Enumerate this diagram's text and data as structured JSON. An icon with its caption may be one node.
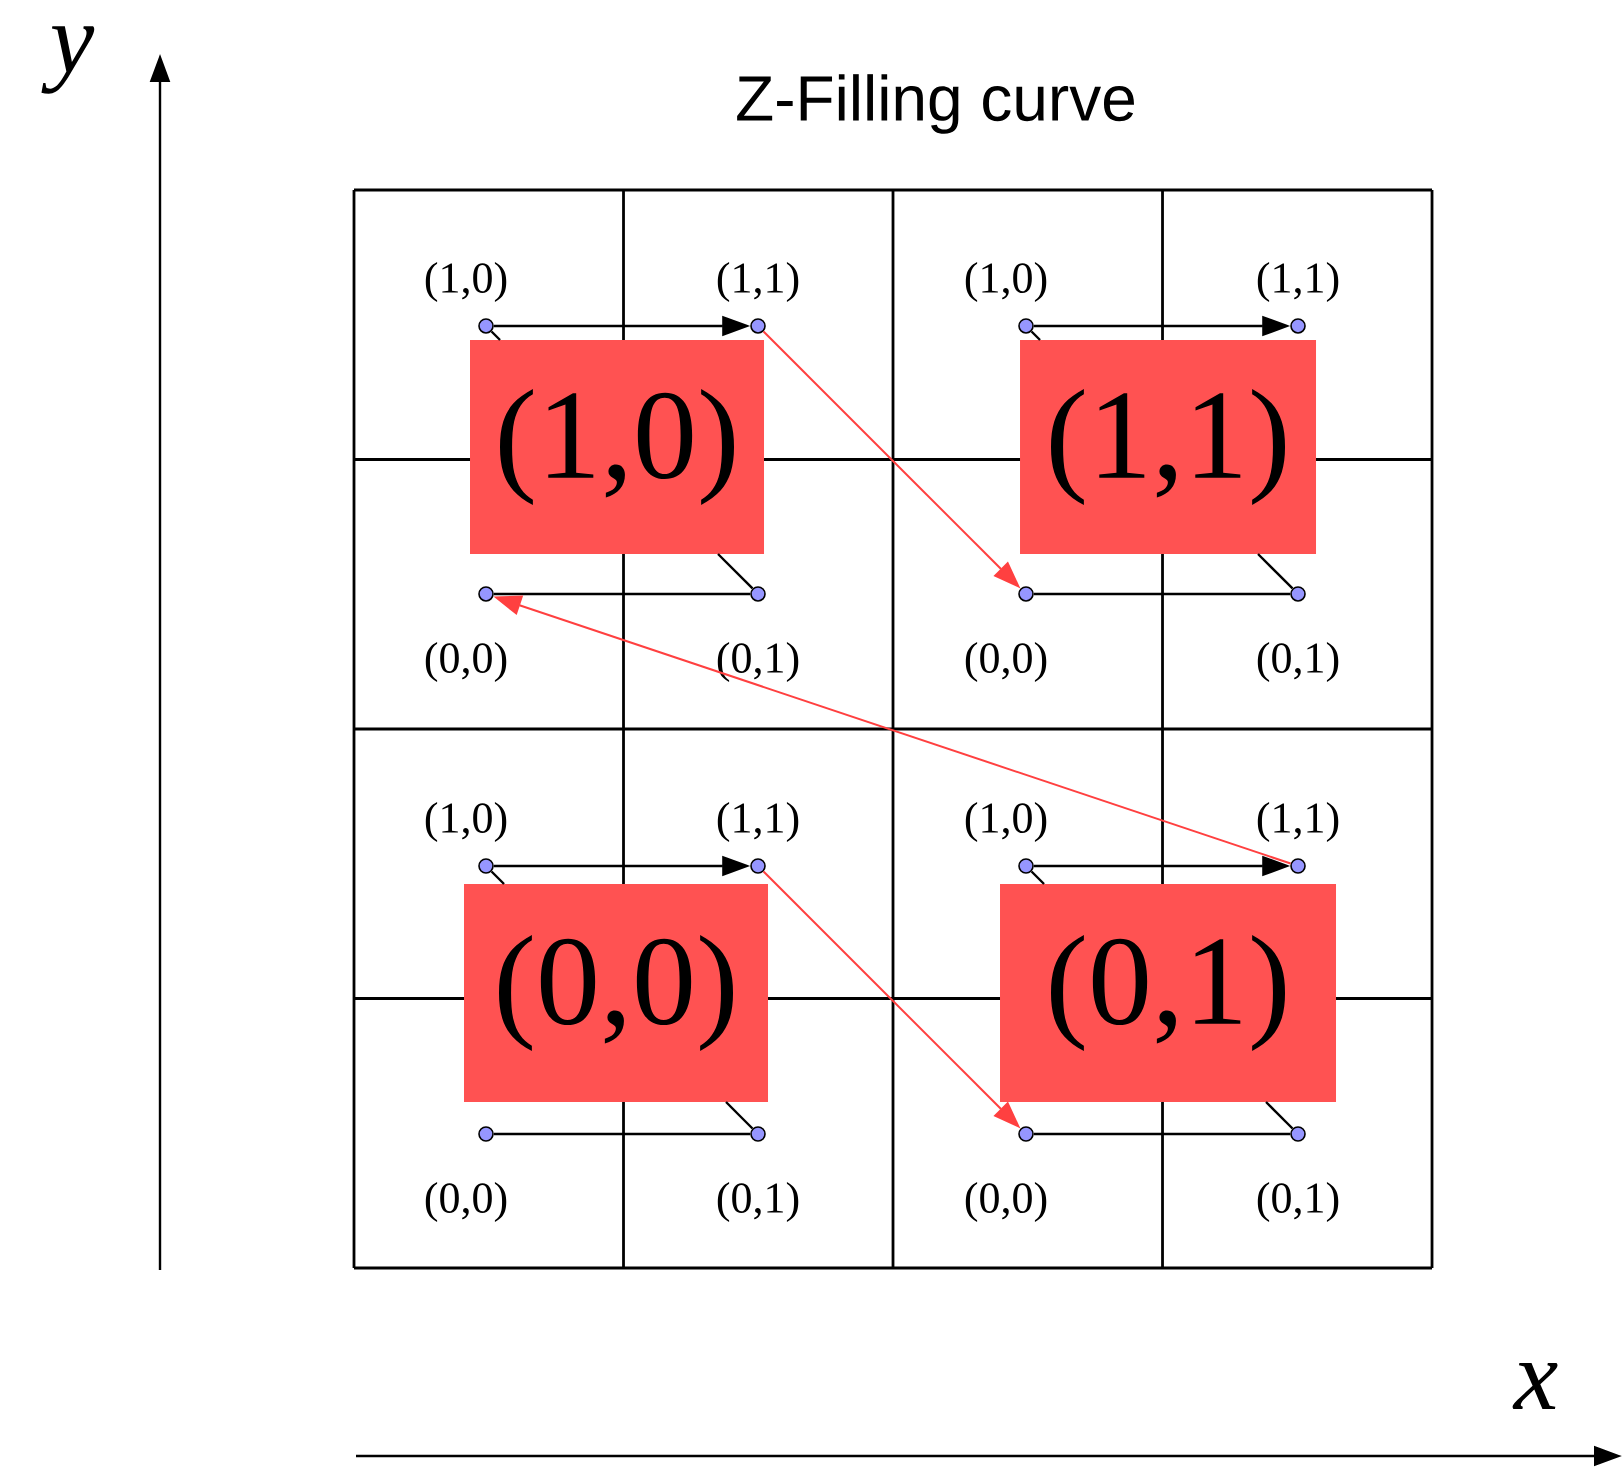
{
  "diagram": {
    "title": "Z-Filling curve",
    "nodes": [
      {
        "text": [
          "(1,0)"
        ]
      },
      {
        "text": [
          "(1,1)"
        ]
      },
      {
        "text": [
          "(0,0)"
        ]
      },
      {
        "text": [
          "(0,1)"
        ]
      },
      {
        "text": [],
        "shape": "circle",
        "beside": [
          "(1,0)"
        ]
      },
      {
        "text": [],
        "shape": "circle",
        "beside": [
          "(1,1)"
        ]
      },
      {
        "text": [],
        "shape": "circle",
        "beside": [
          "(0,0)"
        ]
      },
      {
        "text": [],
        "shape": "circle",
        "beside": [
          "(0,1)"
        ]
      },
      {
        "text": [],
        "shape": "circle",
        "beside": [
          "(1,0)"
        ]
      },
      {
        "text": [],
        "shape": "circle",
        "beside": [
          "(1,1)"
        ]
      },
      {
        "text": [],
        "shape": "circle",
        "beside": [
          "(0,0)"
        ]
      },
      {
        "text": [],
        "shape": "circle",
        "beside": [
          "(0,1)"
        ]
      },
      {
        "text": [],
        "shape": "circle",
        "beside": [
          "(1,0)"
        ]
      },
      {
        "text": [],
        "shape": "circle",
        "beside": [
          "(1,1)"
        ]
      },
      {
        "text": [],
        "shape": "circle",
        "beside": [
          "(0,0)"
        ]
      },
      {
        "text": [],
        "shape": "circle",
        "beside": [
          "(0,1)"
        ]
      },
      {
        "text": [],
        "shape": "circle",
        "beside": [
          "(1,0)"
        ]
      },
      {
        "text": [],
        "shape": "circle",
        "beside": [
          "(1,1)"
        ]
      },
      {
        "text": [],
        "shape": "circle",
        "beside": [
          "(0,0)"
        ]
      },
      {
        "text": [],
        "shape": "circle",
        "beside": [
          "(0,1)"
        ]
      }
    ],
    "edges": [
      {
        "from": 6,
        "to": 7,
        "arrow": "none"
      },
      {
        "from": 7,
        "to": 0,
        "arrow": "none"
      },
      {
        "from": 4,
        "to": 0,
        "arrow": "none"
      },
      {
        "from": 4,
        "to": 5,
        "arrow": "to"
      },
      {
        "from": 10,
        "to": 11,
        "arrow": "none"
      },
      {
        "from": 11,
        "to": 1,
        "arrow": "none"
      },
      {
        "from": 8,
        "to": 1,
        "arrow": "none"
      },
      {
        "from": 8,
        "to": 9,
        "arrow": "to"
      },
      {
        "from": 14,
        "to": 15,
        "arrow": "none"
      },
      {
        "from": 15,
        "to": 2,
        "arrow": "none"
      },
      {
        "from": 12,
        "to": 2,
        "arrow": "none"
      },
      {
        "from": 12,
        "to": 13,
        "arrow": "to"
      },
      {
        "from": 18,
        "to": 19,
        "arrow": "none"
      },
      {
        "from": 19,
        "to": 3,
        "arrow": "none"
      },
      {
        "from": 16,
        "to": 3,
        "arrow": "none"
      },
      {
        "from": 16,
        "to": 17,
        "arrow": "to"
      },
      {
        "from": 13,
        "to": 18,
        "arrow": "to",
        "color": "#ff4040"
      },
      {
        "from": 17,
        "to": 6,
        "arrow": "to",
        "color": "#ff4040"
      },
      {
        "from": 5,
        "to": 10,
        "arrow": "to",
        "color": "#ff4040"
      }
    ],
    "labels": [
      "y",
      "x"
    ]
  }
}
